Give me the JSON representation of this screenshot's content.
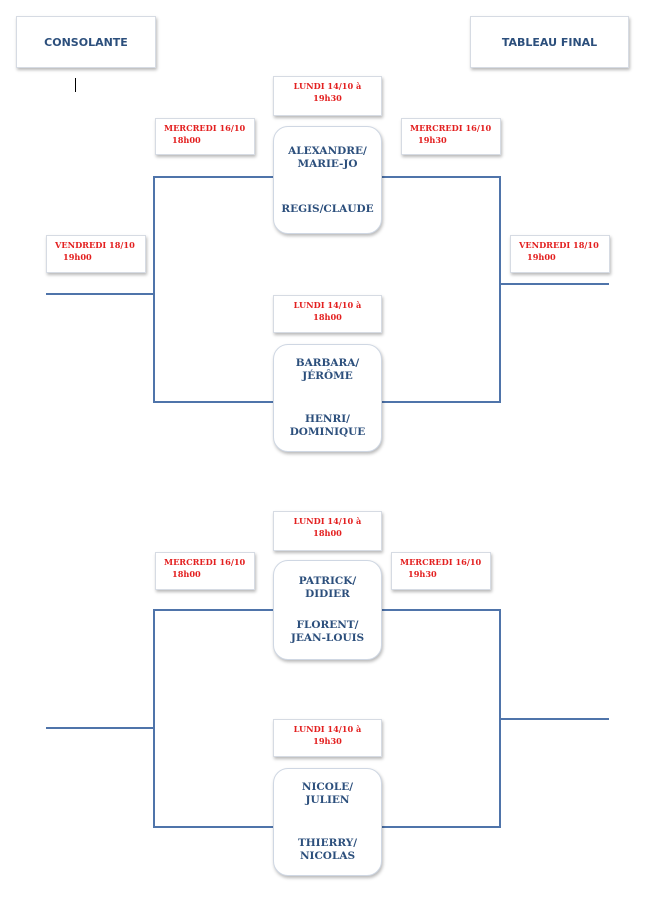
{
  "headers": {
    "left": "CONSOLANTE",
    "right": "TABLEAU FINAL"
  },
  "bracket1": {
    "match1": {
      "date": [
        "LUNDI 14/10 à",
        "19h30"
      ],
      "team1": [
        "ALEXANDRE/",
        "MARIE-JO"
      ],
      "team2": [
        "REGIS/CLAUDE"
      ]
    },
    "match2": {
      "date": [
        "LUNDI 14/10 à",
        "18h00"
      ],
      "team1": [
        "BARBARA/",
        "JÉRÔME"
      ],
      "team2": [
        "HENRI/",
        "DOMINIQUE"
      ]
    },
    "left_semi": [
      "MERCREDI 16/10",
      "18h00"
    ],
    "right_semi": [
      "MERCREDI 16/10",
      "19h30"
    ],
    "left_final": [
      "VENDREDI 18/10",
      "19h00"
    ],
    "right_final": [
      "VENDREDI 18/10",
      "19h00"
    ]
  },
  "bracket2": {
    "match1": {
      "date": [
        "LUNDI 14/10 à",
        "18h00"
      ],
      "team1": [
        "PATRICK/",
        "DIDIER"
      ],
      "team2": [
        "FLORENT/",
        "JEAN-LOUIS"
      ]
    },
    "match2": {
      "date": [
        "LUNDI 14/10 à",
        "19h30"
      ],
      "team1": [
        "NICOLE/",
        "JULIEN"
      ],
      "team2": [
        "THIERRY/",
        "NICOLAS"
      ]
    },
    "left_semi": [
      "MERCREDI 16/10",
      "18h00"
    ],
    "right_semi": [
      "MERCREDI 16/10",
      "19h30"
    ]
  }
}
